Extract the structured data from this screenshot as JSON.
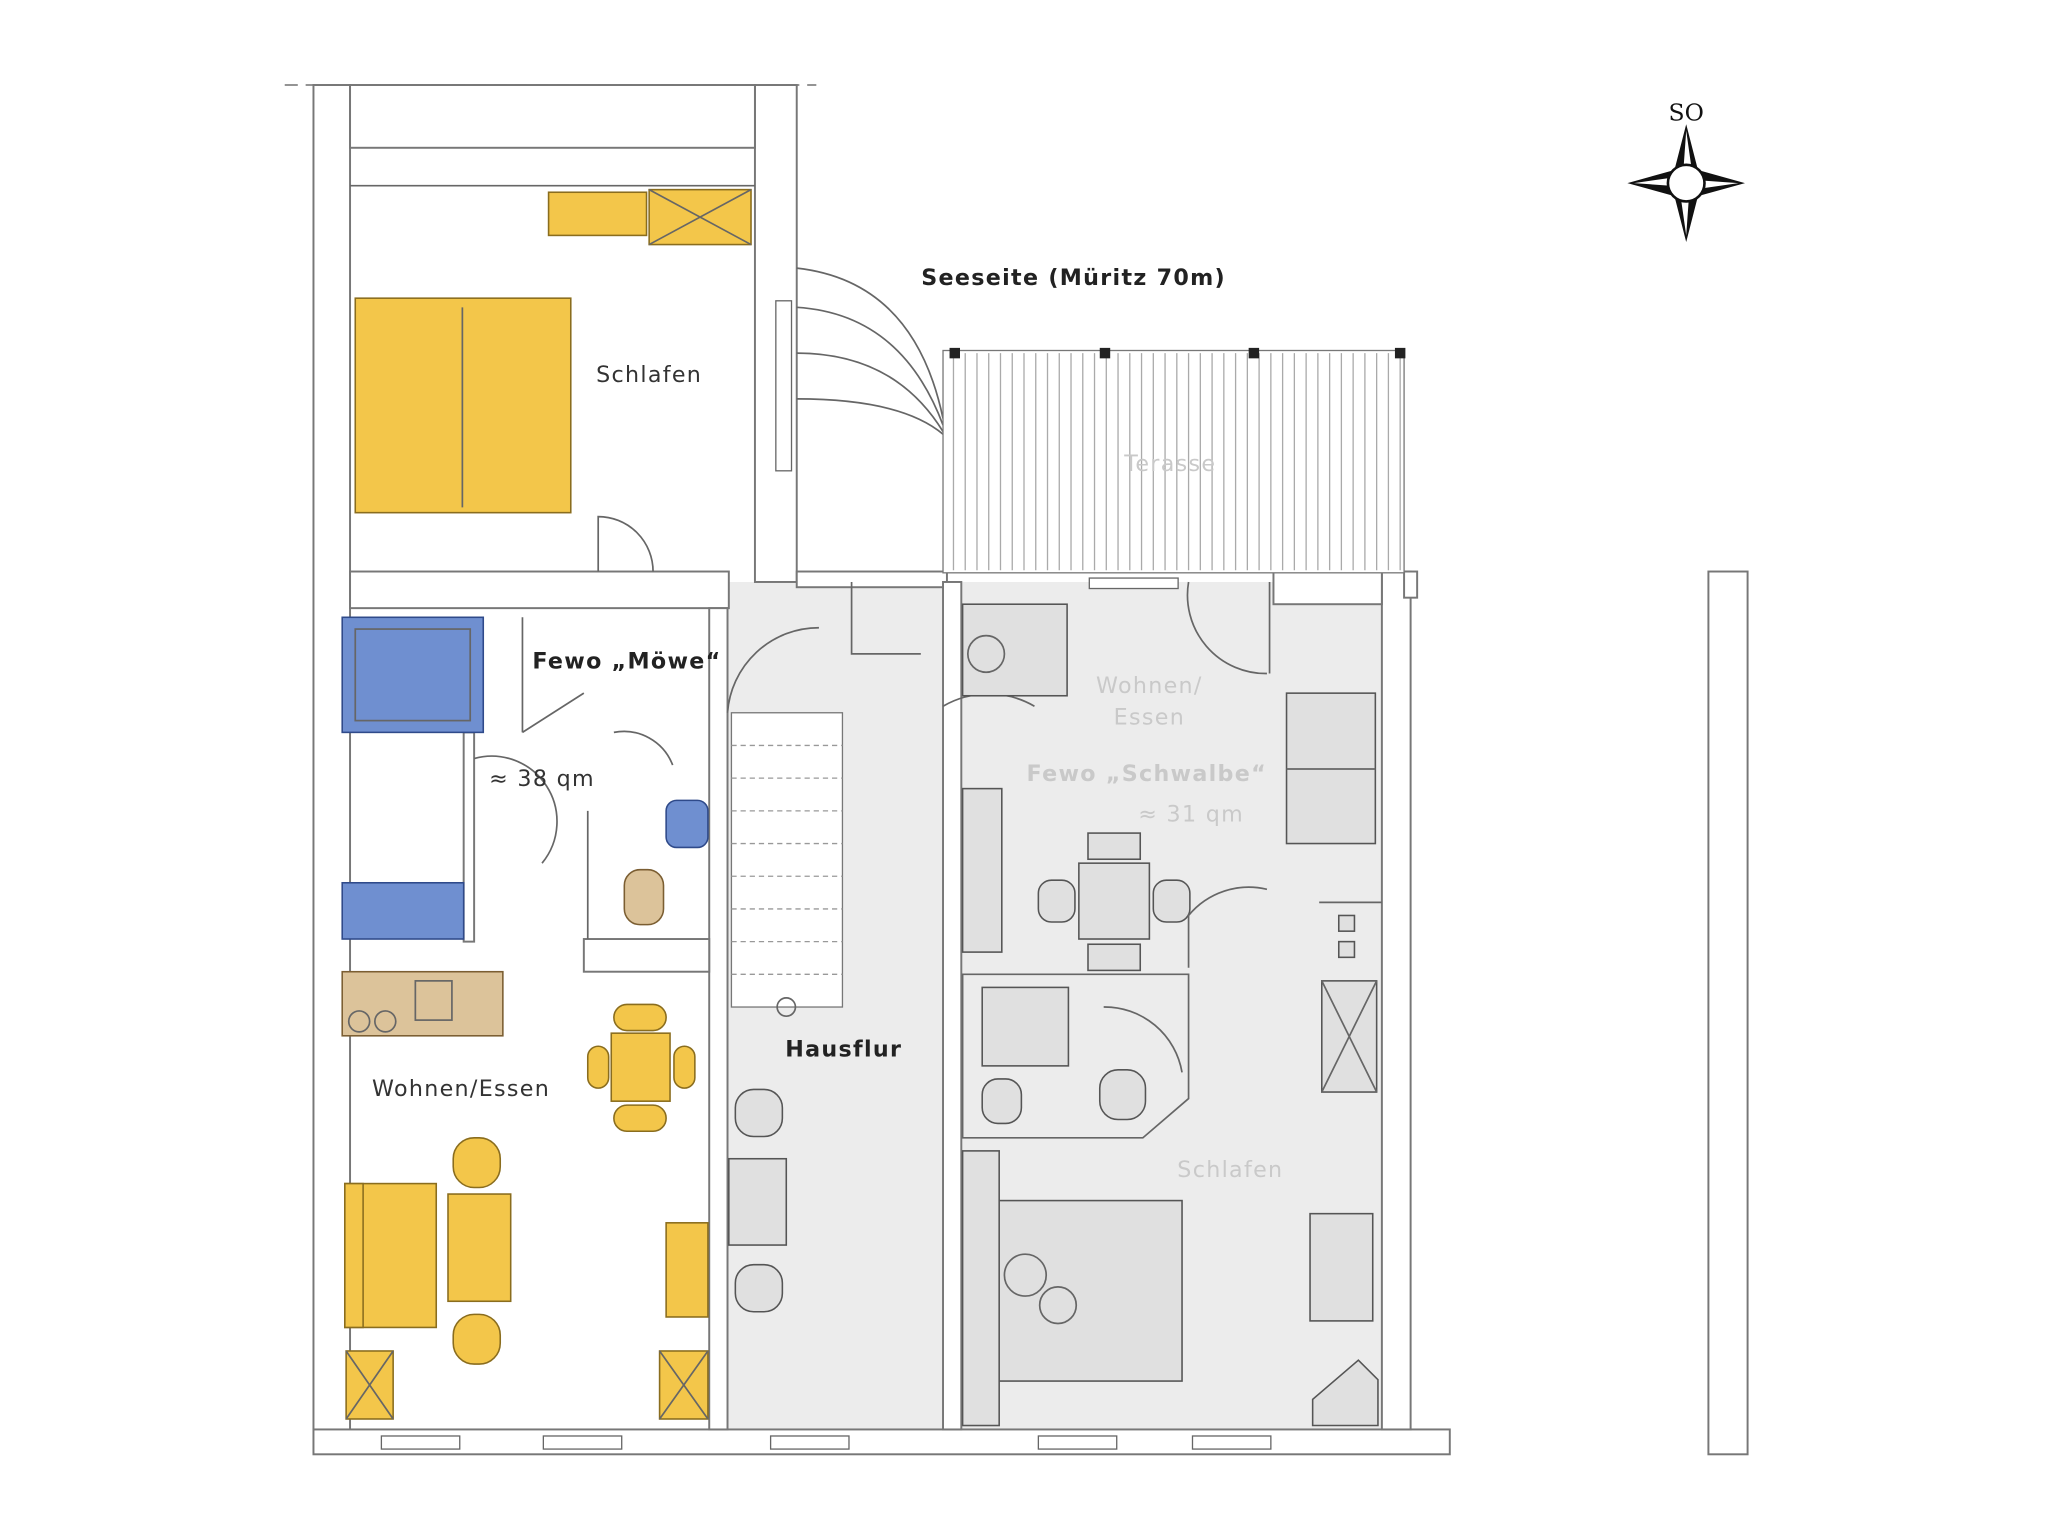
{
  "compass": {
    "label": "SO"
  },
  "labels": {
    "seeseite": "Seeseite (Müritz 70m)",
    "terasse": "Terasse",
    "moewe_schlafen": "Schlafen",
    "moewe_title": "Fewo „Möwe“",
    "moewe_area": "≈ 38 qm",
    "hausflur": "Hausflur",
    "moewe_wohnen": "Wohnen/Essen",
    "schwalbe_wohnen_1": "Wohnen/",
    "schwalbe_wohnen_2": "Essen",
    "schwalbe_title": "Fewo „Schwalbe“",
    "schwalbe_area": "≈ 31 qm",
    "schwalbe_schlafen": "Schlafen"
  },
  "colors": {
    "furniture_moewe": "#f3c64a",
    "sanitary_moewe": "#6f8fd0",
    "schwalbe_floor": "#ececec"
  }
}
